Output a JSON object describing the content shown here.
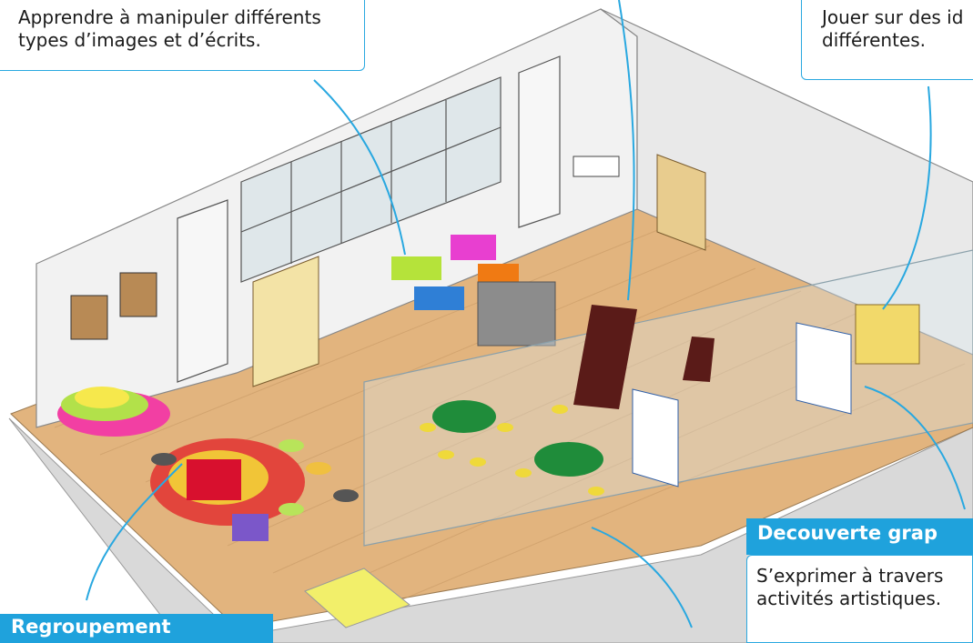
{
  "callouts": {
    "top_left": {
      "text_line1": "Apprendre à manipuler différents",
      "text_line2": "types d’images et d’écrits."
    },
    "top_right": {
      "text_line1": "Jouer sur des id",
      "text_line2": "différentes."
    },
    "bottom_right": {
      "title": "Decouverte grap",
      "text_line1": "S’exprimer à travers",
      "text_line2": "activités artistiques."
    },
    "bottom_left": {
      "title": "Regroupement"
    }
  },
  "colors": {
    "accent": "#1fa2dc",
    "floor": "#e2b47e",
    "wall": "#f2f2f2"
  }
}
